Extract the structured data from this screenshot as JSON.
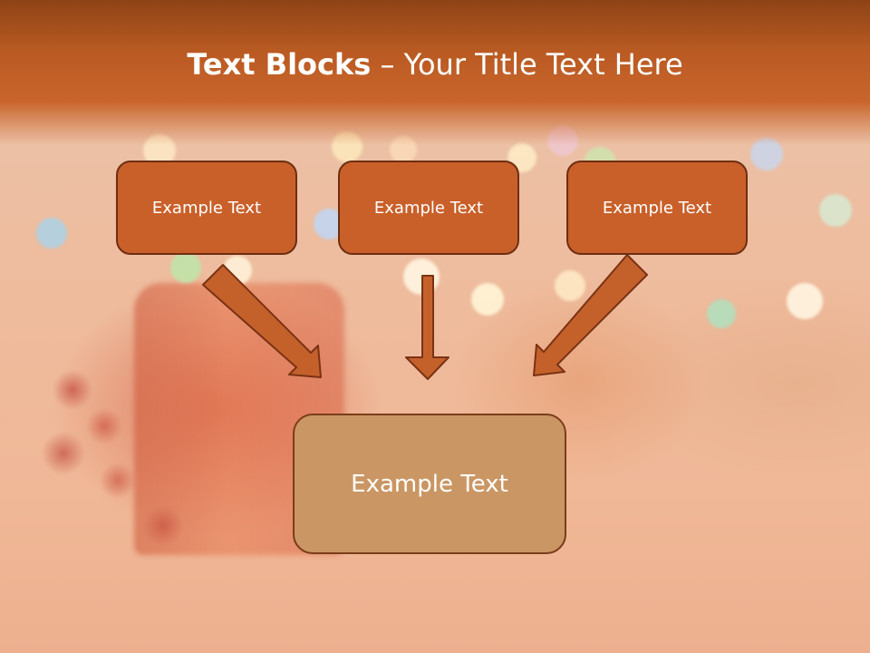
{
  "slide": {
    "title_bold": "Text Blocks",
    "title_rest": " – Your Title Text Here",
    "boxes": [
      {
        "label": "Example Text"
      },
      {
        "label": "Example Text"
      },
      {
        "label": "Example Text"
      }
    ],
    "target_box": {
      "label": "Example Text"
    }
  },
  "colors": {
    "header_band": "#b95a22",
    "small_box_fill": "#c9602a",
    "small_box_border": "#6e2e12",
    "target_box_fill": "#ca9663",
    "arrow_fill": "#c4612b",
    "arrow_stroke": "#7a3214"
  }
}
